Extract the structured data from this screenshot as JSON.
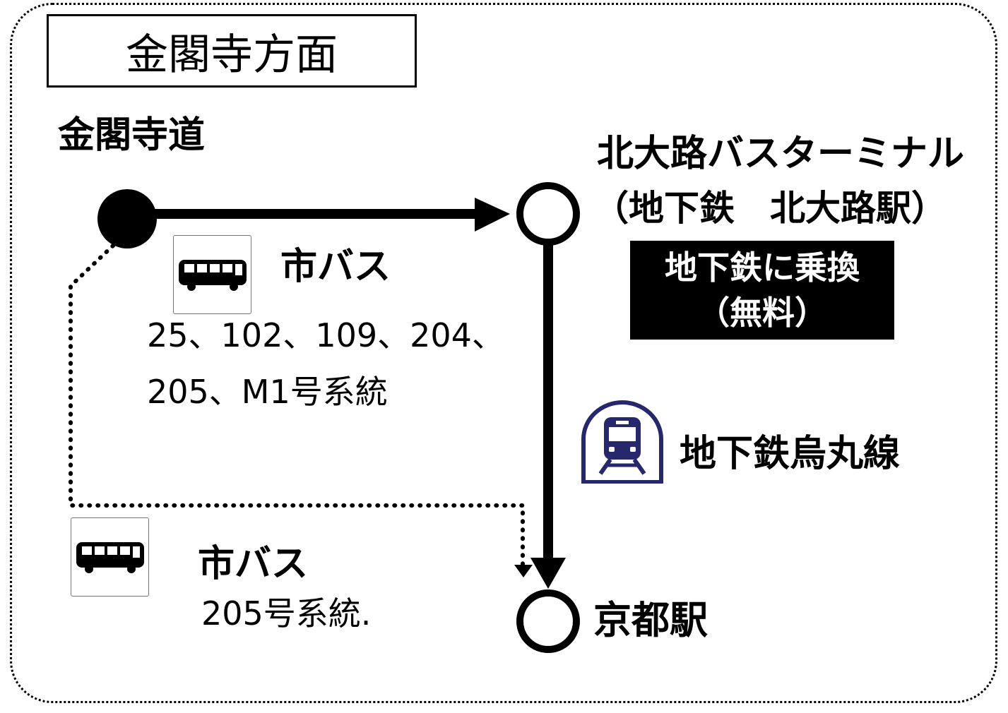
{
  "title": "金閣寺方面",
  "origin_stop": "金閣寺道",
  "route_bus_1": {
    "label": "市バス",
    "lines_1": "25、102、109、204、",
    "lines_2": "205、M1号系統",
    "icon": "bus-icon"
  },
  "transfer_station": {
    "name": "北大路バスターミナル",
    "sub": "（地下鉄　北大路駅）",
    "note_1": "地下鉄に乗換",
    "note_2": "（無料）"
  },
  "subway": {
    "label": "地下鉄烏丸線",
    "icon": "subway-icon",
    "color": "#27276b"
  },
  "route_bus_2": {
    "label": "市バス",
    "lines": "205号系統.",
    "icon": "bus-icon"
  },
  "destination": "京都駅"
}
